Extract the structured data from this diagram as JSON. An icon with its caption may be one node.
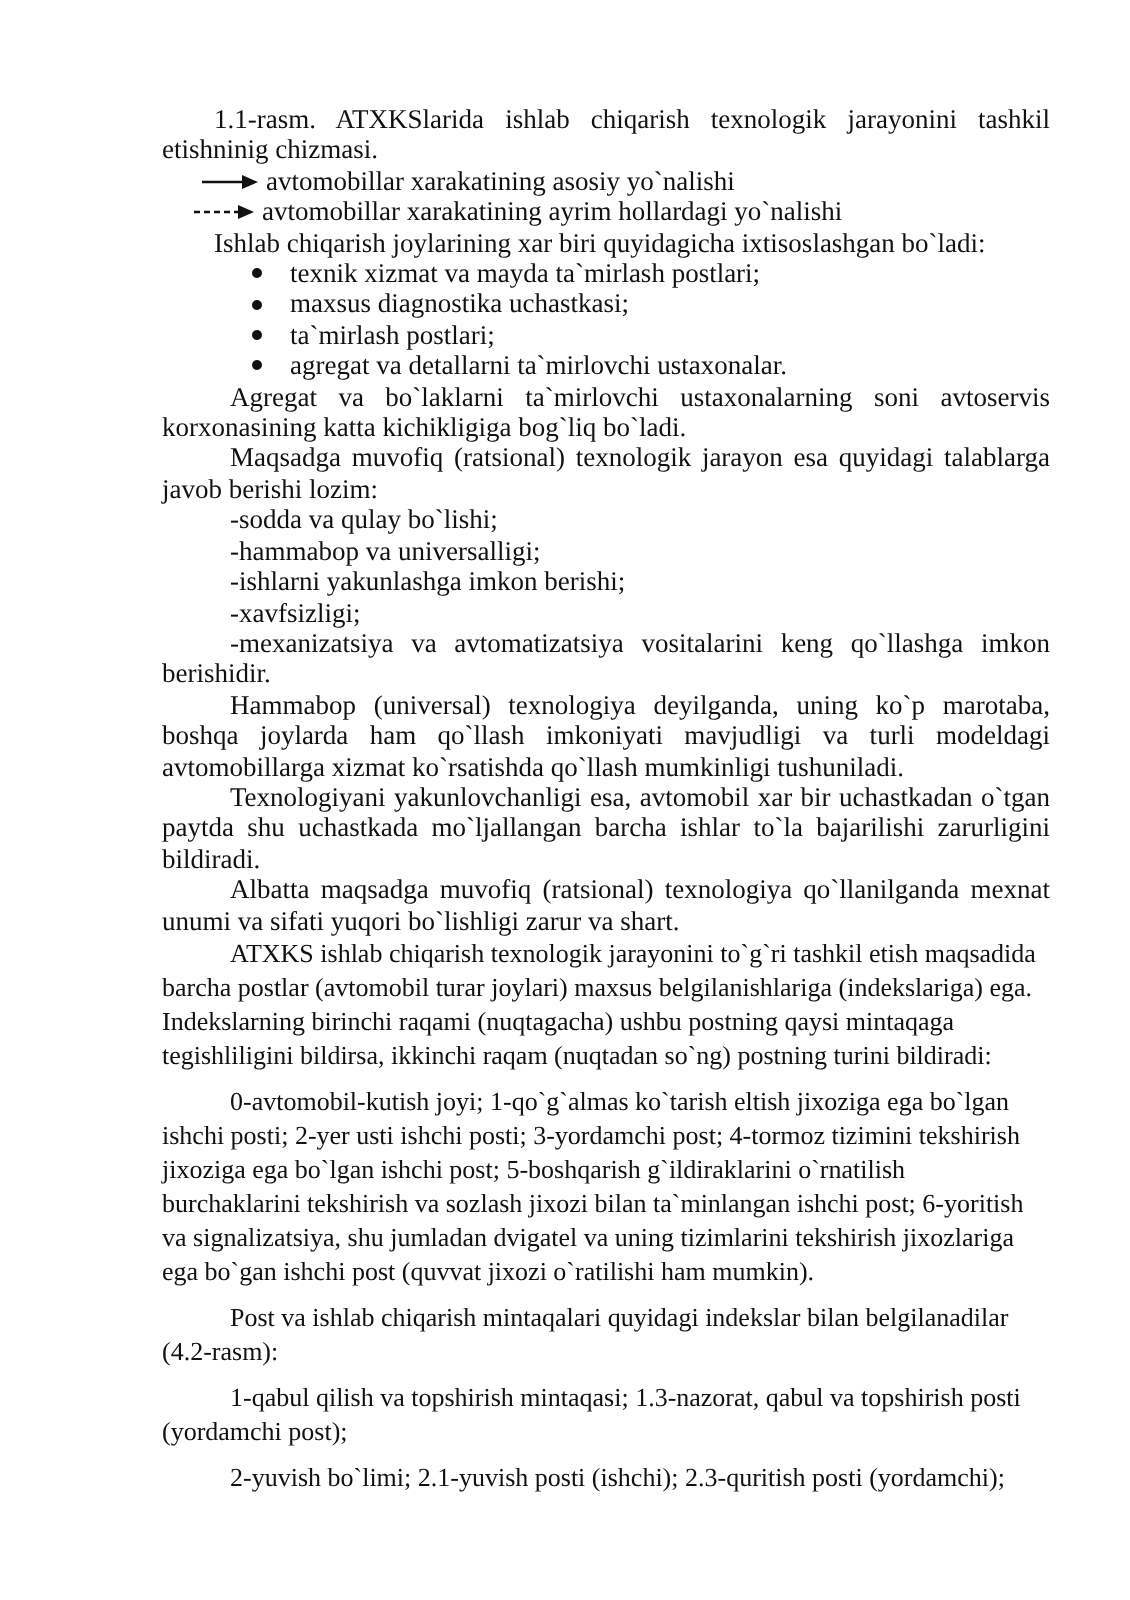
{
  "diagram": {
    "caption": "1.1-rasm. ATXKSlarida ishlab chiqarish texnologik jarayonini tashkil etishninig chizmasi.",
    "legend": [
      {
        "text": "avtomobillar xarakatining asosiy yo`nalishi"
      },
      {
        "text": "avtomobillar xarakatining ayrim hollardagi yo`nalishi"
      }
    ],
    "labels": [
      "Ishlab chiqarish joylarining xar biri quyidagicha ixtisoslashgan bo`ladi:",
      "texnik xizmat  va mayda ta`mirlash postlari;",
      "maxsus diagnostika uchastkasi;",
      "ta`mirlash postlari;",
      "agregat va detallarni ta`mirlovchi ustaxonalar.",
      "Agregat va bo`laklarni ta`mirlovchi ustaxonalarning soni avtoservis korxonasining katta kichikligiga bog`liq bo`ladi.",
      "Maqsadga muvofiq (ratsional) texnologik jarayon esa quyidagi talablarga javob berishi lozim:",
      "-sodda va qulay bo`lishi;",
      "-hammabop va universalligi;",
      "-ishlarni yakunlashga imkon berishi;",
      "-xavfsizligi;",
      "-mexanizatsiya va avtomatizatsiya vositalarini keng qo`llashga imkon berishidir.",
      "Hammabop (universal) texnologiya deyilganda, uning ko`p marotaba, boshqa joylarda ham qo`llash imkoniyati mavjudligi va turli modeldagi avtomobillarga xizmat ko`rsatishda qo`llash mumkinligi tushuniladi.",
      "Texnologiyani yakunlovchanligi esa, avtomobil xar bir uchastkadan o`tgan paytda shu uchastkada mo`ljallangan barcha ishlar to`la bajarilishi zarurligini bildiradi.",
      "Albatta maqsadga muvofiq (ratsional) texnologiya qo`llanilganda mexnat unumi va sifati yuqori bo`lishligi zarur va shart.",
      "ATXKS ishlab chiqarish texnologik jarayonini to`g`ri tashkil etish maqsadida barcha postlar (avtomobil turar joylari) maxsus belgilanishlariga (indekslariga) ega. Indekslarning birinchi raqami (nuqtagacha) ushbu postning qaysi mintaqaga tegishliligini bildirsa, ikkinchi raqam (nuqtadan so`ng) postning turini bildiradi:",
      "0-avtomobil-kutish joyi; 1-qo`g`almas ko`tarish eltish jixoziga ega bo`lgan ishchi posti; 2-yer usti ishchi posti; 3-yordamchi post; 4-tormoz tizimini tekshirish jixoziga ega bo`lgan ishchi post; 5-boshqarish g`ildiraklarini o`rnatilish burchaklarini tekshirish va sozlash jixozi bilan ta`minlangan ishchi post; 6-yoritish va signalizatsiya, shu jumladan dvigatel va uning tizimlarini tekshirish jixozlariga ega bo`gan ishchi post (quvvat jixozi o`ratilishi ham mumkin).",
      "Post va ishlab chiqarish mintaqalari quyidagi indekslar bilan belgilanadilar (4.2-rasm):",
      "1-qabul qilish va topshirish mintaqasi; 1.3-nazorat, qabul va topshirish posti (yordamchi post);",
      "2-yuvish bo`limi; 2.1-yuvish posti (ishchi); 2.3-quritish posti (yordamchi);"
    ]
  }
}
